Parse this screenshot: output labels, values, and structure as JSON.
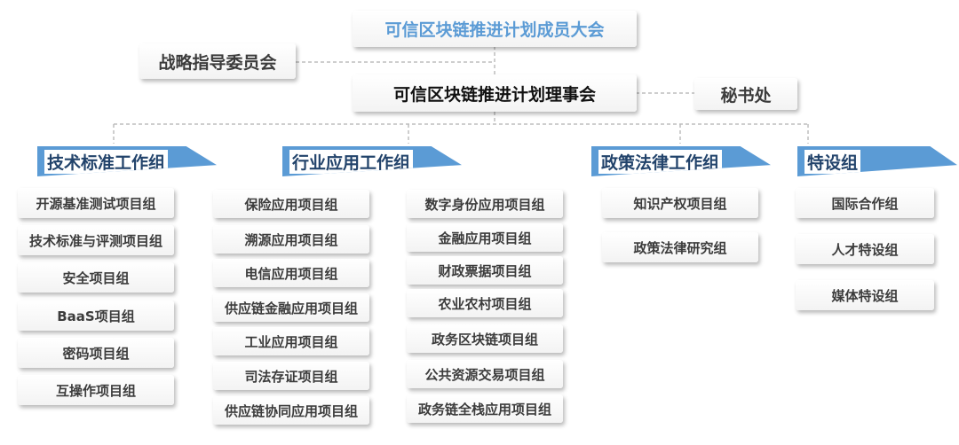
{
  "top": {
    "assembly": "可信区块链推进计划成员大会",
    "strategy": "战略指导委员会",
    "council": "可信区块链推进计划理事会",
    "secretariat": "秘书处"
  },
  "groups": [
    {
      "title": "技术标准工作组",
      "items": [
        "开源基准测试项目组",
        "技术标准与评测项目组",
        "安全项目组",
        "BaaS项目组",
        "密码项目组",
        "互操作项目组"
      ]
    },
    {
      "title": "行业应用工作组",
      "items": [
        "保险应用项目组",
        "溯源应用项目组",
        "电信应用项目组",
        "供应链金融应用项目组",
        "工业应用项目组",
        "司法存证项目组",
        "供应链协同应用项目组"
      ],
      "items2": [
        "数字身份应用项目组",
        "金融应用项目组",
        "财政票据项目组",
        "农业农村项目组",
        "政务区块链项目组",
        "公共资源交易项目组",
        "政务链全栈应用项目组"
      ]
    },
    {
      "title": "政策法律工作组",
      "items": [
        "知识产权项目组",
        "政策法律研究组"
      ]
    },
    {
      "title": "特设组",
      "items": [
        "国际合作组",
        "人才特设组",
        "媒体特设组"
      ]
    }
  ],
  "colors": {
    "banner": "#5b9bd5",
    "banner_text": "#22436b",
    "assembly_text": "#5b9bd5",
    "council_text": "#111111",
    "box_text": "#3c3c3c",
    "connector": "#bdbdbd"
  }
}
